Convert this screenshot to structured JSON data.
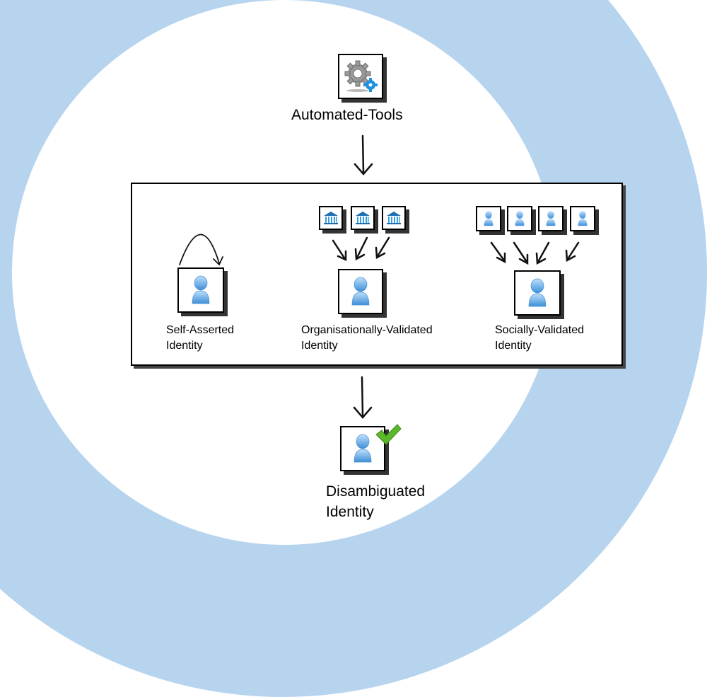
{
  "colors": {
    "background_ring": "#b7d4ef",
    "person_icon": "#5aa4e6",
    "bank_icon": "#1d6fb0",
    "check": "#5cb82b"
  },
  "top_node": {
    "label": "Automated-Tools",
    "icon": "gear-icon"
  },
  "frame": {
    "groups": [
      {
        "label_line1": "Self-Asserted",
        "label_line2": "Identity",
        "sources": [],
        "source_icon": "self-loop-arrow"
      },
      {
        "label_line1": "Organisationally-Validated",
        "label_line2": "Identity",
        "source_icon": "bank-icon",
        "source_count": 3
      },
      {
        "label_line1": "Socially-Validated",
        "label_line2": "Identity",
        "source_icon": "person-icon",
        "source_count": 4
      }
    ]
  },
  "bottom_node": {
    "label_line1": "Disambiguated",
    "label_line2": "Identity",
    "icon": "person-icon",
    "badge": "checkmark-icon"
  }
}
